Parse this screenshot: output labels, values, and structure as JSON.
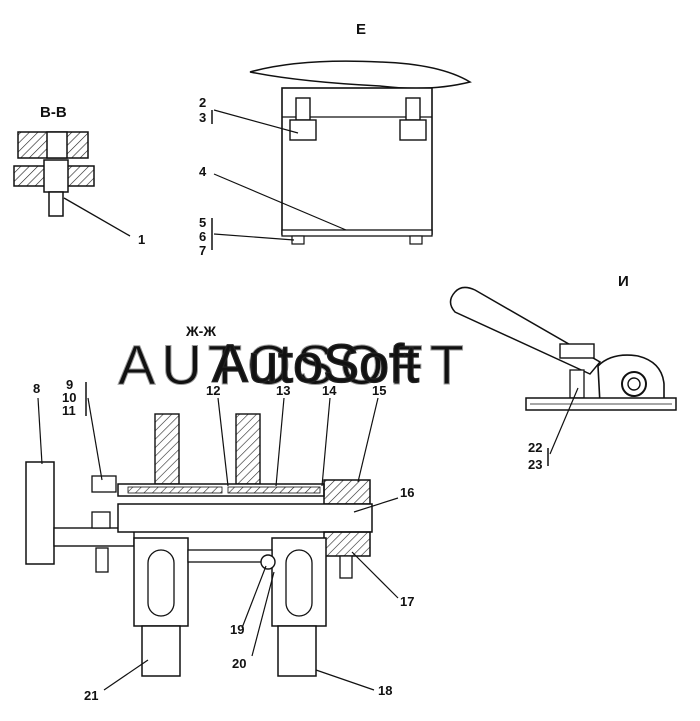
{
  "sections": {
    "bb": "В-В",
    "e": "Е",
    "zz": "Ж-Ж",
    "i": "И"
  },
  "callouts": [
    "1",
    "2",
    "3",
    "4",
    "5",
    "6",
    "7",
    "8",
    "9",
    "10",
    "11",
    "12",
    "13",
    "14",
    "15",
    "16",
    "17",
    "18",
    "19",
    "20",
    "21",
    "22",
    "23"
  ],
  "watermark": {
    "text": "AutoSoft",
    "ghost_text": "AUTOSOFT"
  }
}
